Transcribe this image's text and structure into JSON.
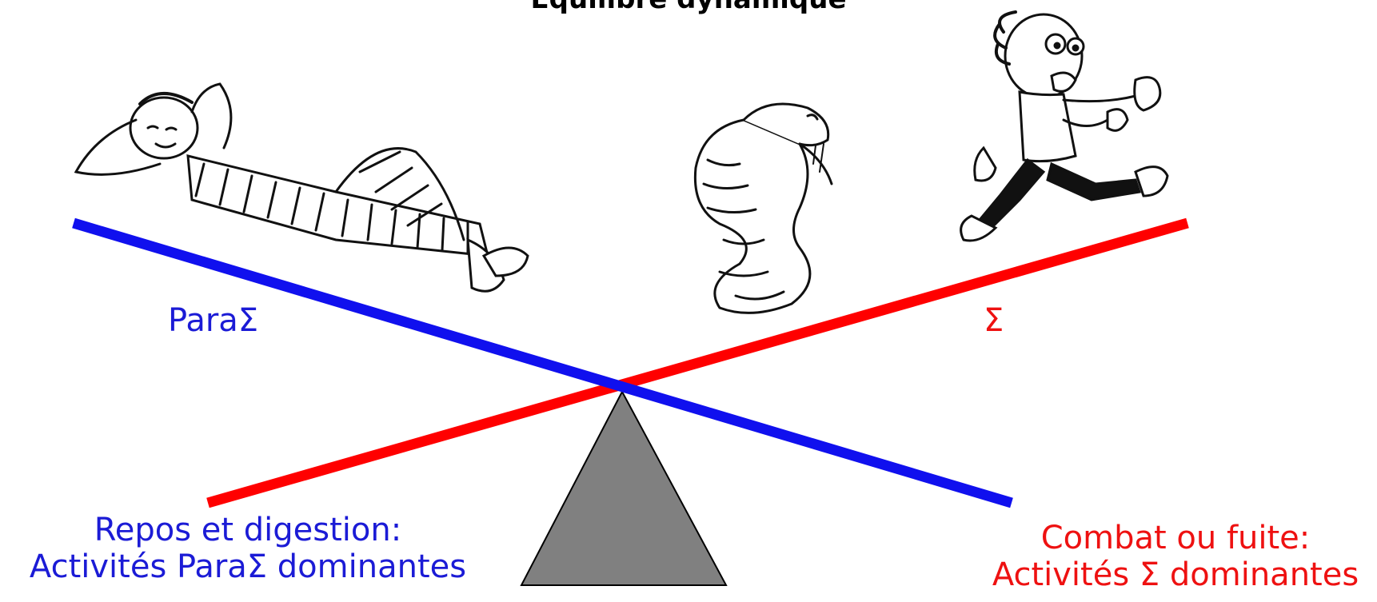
{
  "title": "Equilibre dynamique",
  "labels": {
    "para": "ParaΣ",
    "sympa": "Σ"
  },
  "captions": {
    "left_line1": "Repos et digestion:",
    "left_line2": "Activités ParaΣ dominantes",
    "right_line1": "Combat ou fuite:",
    "right_line2": "Activités Σ dominantes"
  },
  "illustrations": {
    "left": "relaxed-man-icon",
    "middle": "cobra-icon",
    "right": "scared-running-man-icon"
  },
  "colors": {
    "parasympathetic": "#1b1bd6",
    "sympathetic": "#ee1111",
    "fulcrum": "#808080"
  }
}
